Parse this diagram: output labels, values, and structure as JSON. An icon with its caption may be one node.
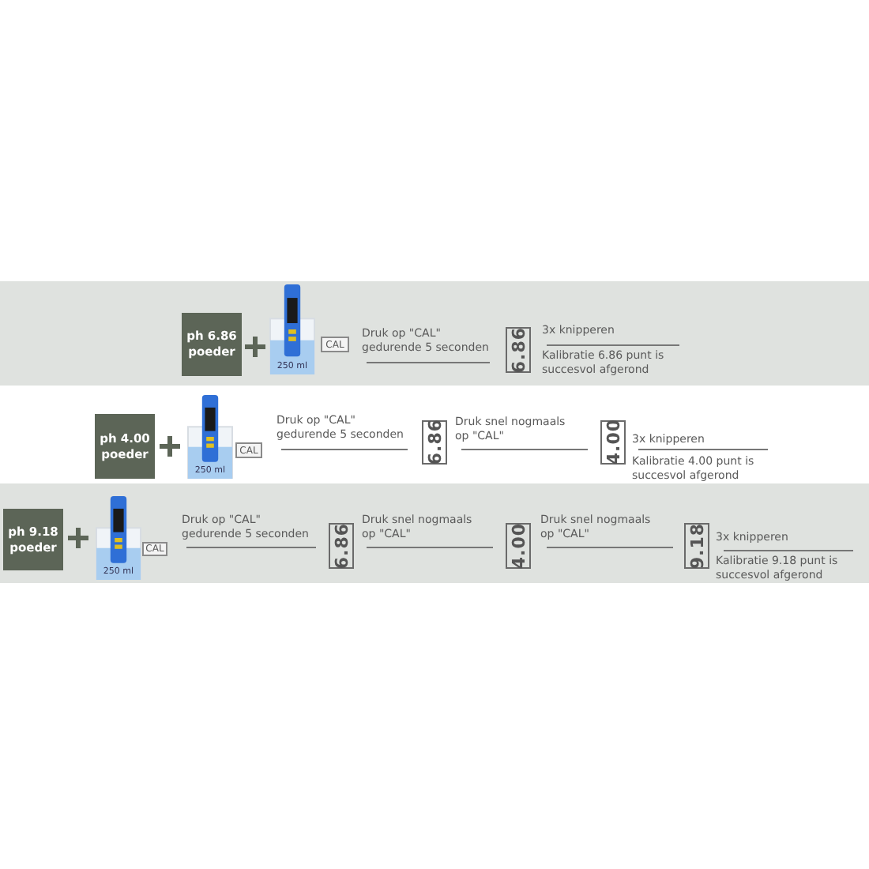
{
  "diagram": {
    "nodes": [
      {
        "text": [
          "ph 6.86 poeder"
        ]
      },
      {
        "text": [
          "250 ml"
        ]
      },
      {
        "text": [
          "CAL"
        ]
      },
      {
        "text": [
          "6.86"
        ]
      },
      {
        "text": [
          "ph 4.00 poeder"
        ]
      },
      {
        "text": [
          "250 ml"
        ]
      },
      {
        "text": [
          "CAL"
        ]
      },
      {
        "text": [
          "6.86"
        ]
      },
      {
        "text": [
          "4.00"
        ]
      },
      {
        "text": [
          "ph 9.18 poeder"
        ]
      },
      {
        "text": [
          "250 ml"
        ]
      },
      {
        "text": [
          "CAL"
        ]
      },
      {
        "text": [
          "6.86"
        ]
      },
      {
        "text": [
          "4.00"
        ]
      },
      {
        "text": [
          "9.18"
        ]
      }
    ],
    "labels": [
      "Druk op \"CAL\" gedurende 5 seconden",
      "3x knipperen",
      "Kalibratie 6.86 punt is succesvol afgerond",
      "Druk op \"CAL\" gedurende 5 seconden",
      "Druk snel nogmaals op \"CAL\"",
      "3x knipperen",
      "Kalibratie 4.00 punt is succesvol afgerond",
      "Druk op \"CAL\" gedurende 5 seconden",
      "Druk snel nogmaals op \"CAL\"",
      "Druk snel nogmaals op \"CAL\"",
      "3x knipperen",
      "Kalibratie 9.18 punt is succesvol afgerond"
    ]
  }
}
